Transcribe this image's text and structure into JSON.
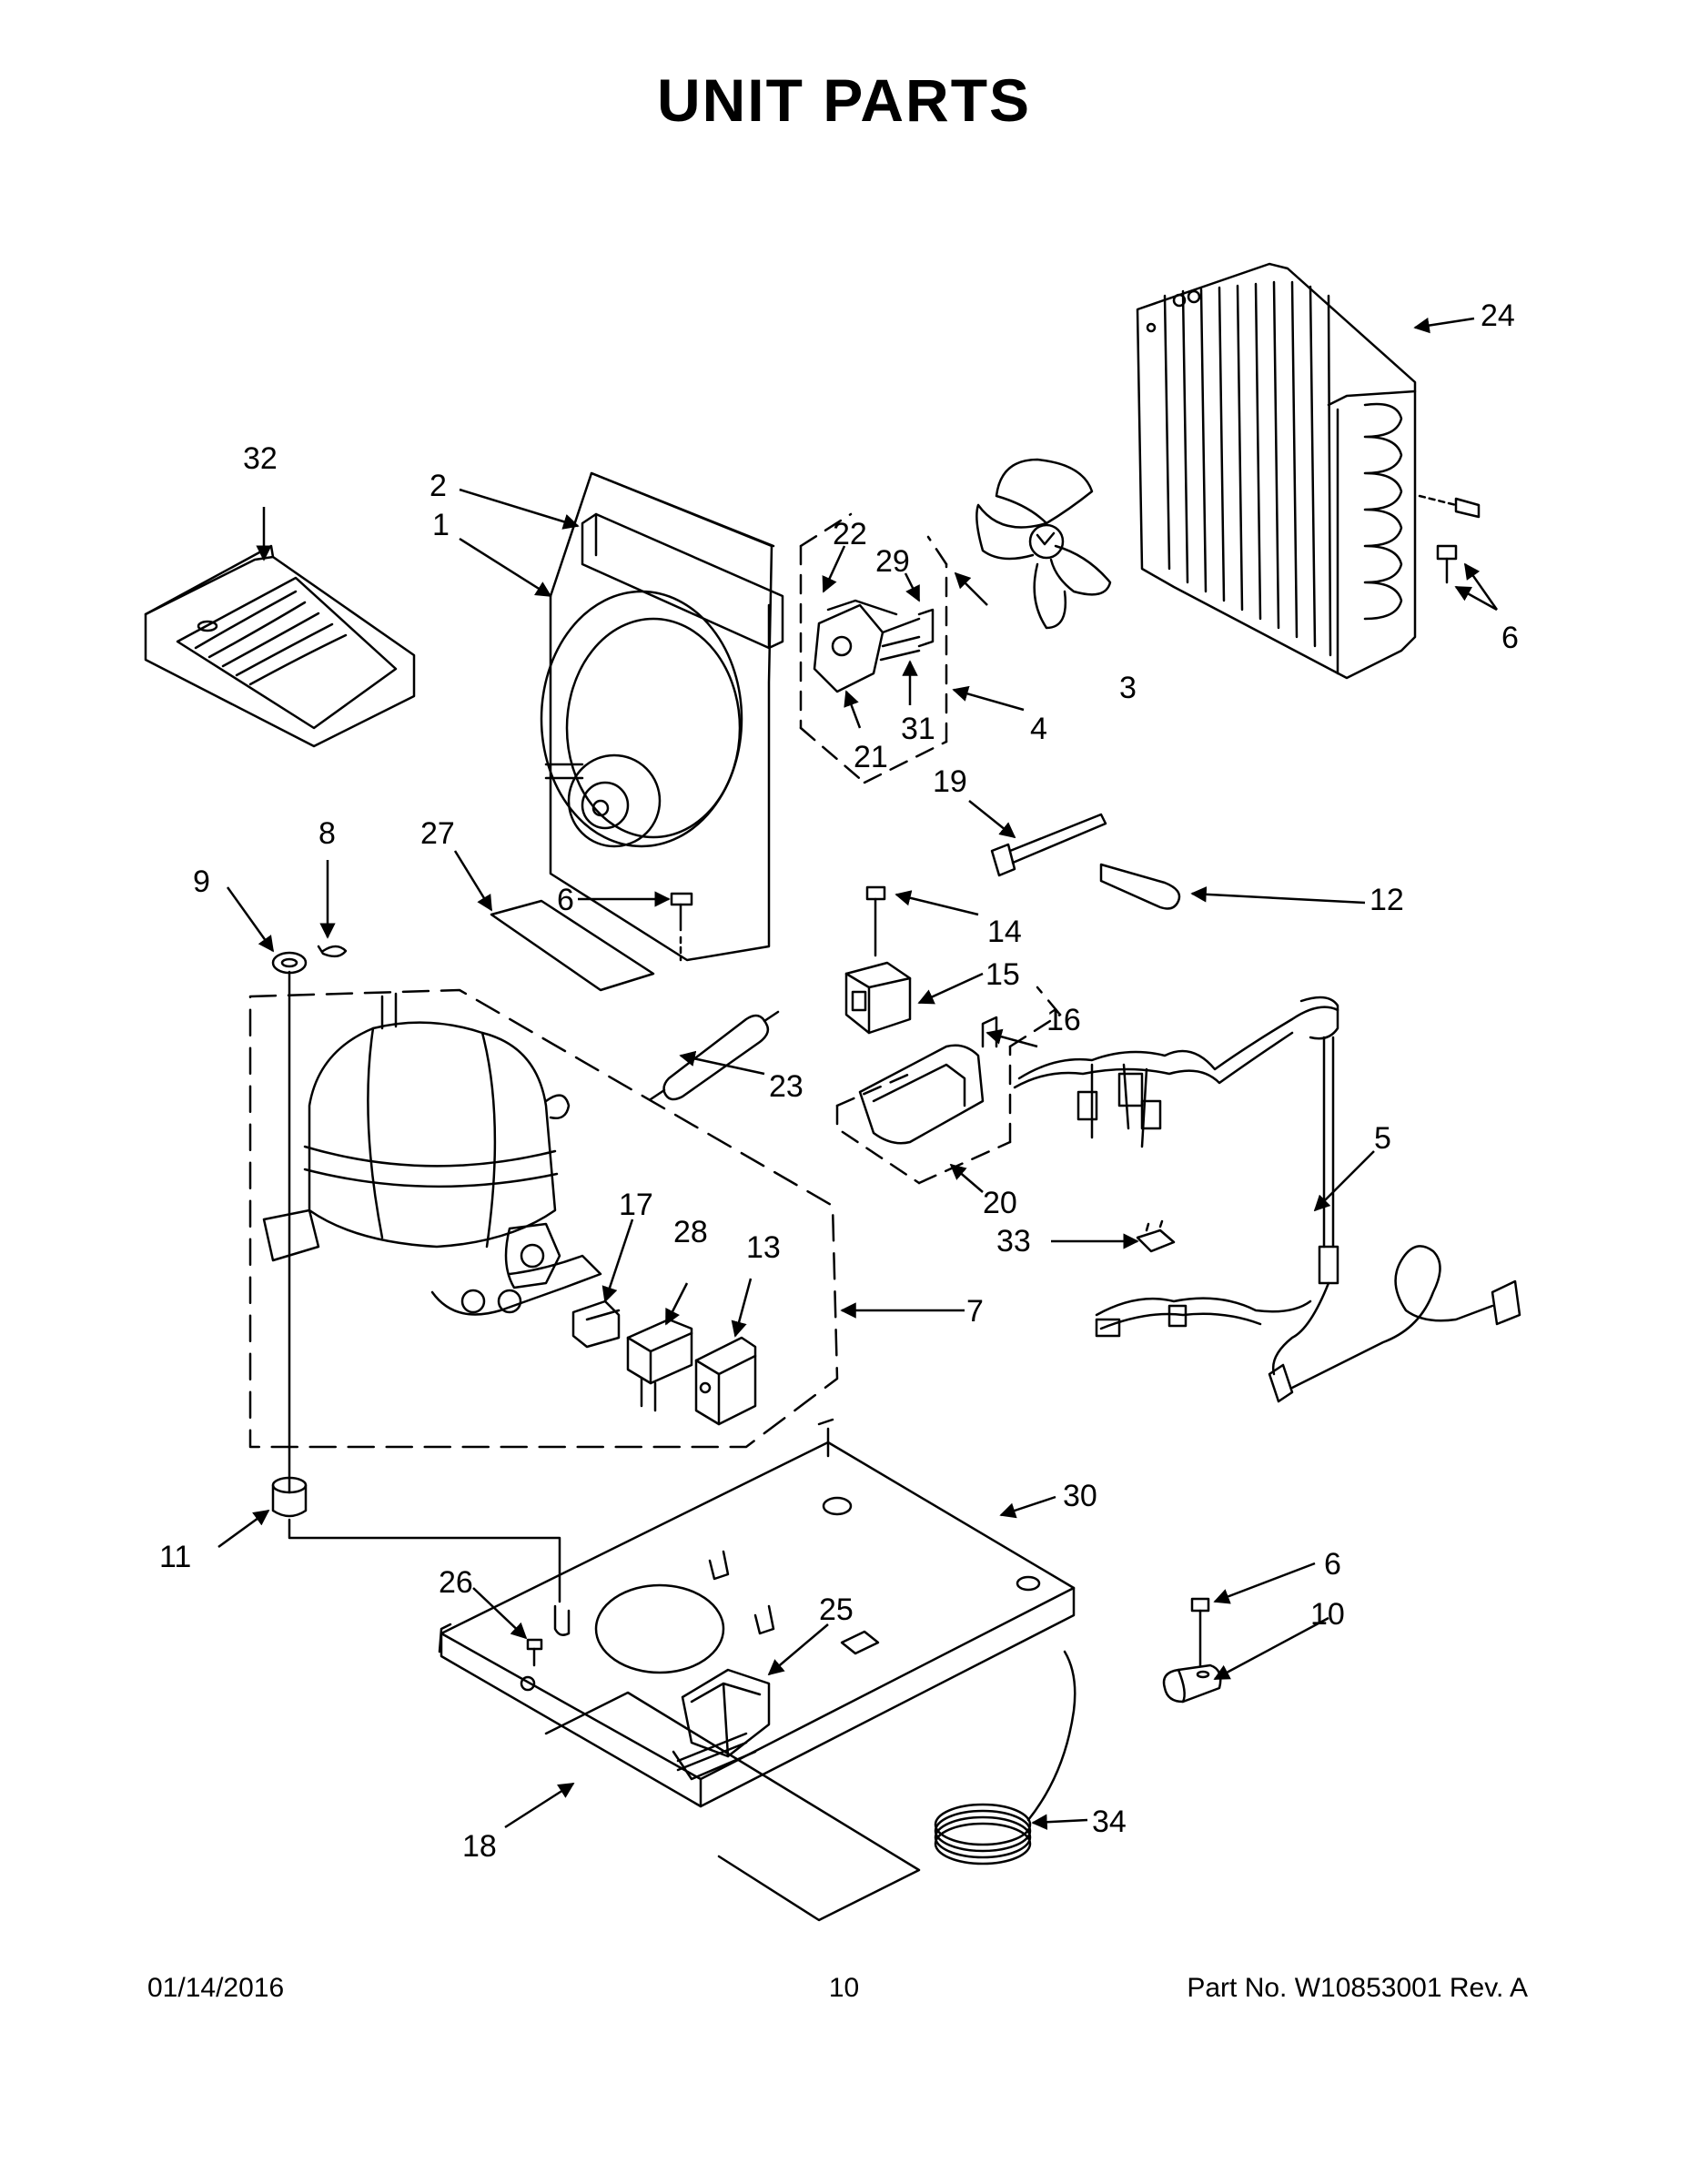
{
  "title": "UNIT PARTS",
  "callouts": {
    "c1": "1",
    "c2": "2",
    "c3": "3",
    "c4": "4",
    "c5": "5",
    "c6a": "6",
    "c6b": "6",
    "c6c": "6",
    "c7": "7",
    "c8": "8",
    "c9": "9",
    "c10": "10",
    "c11": "11",
    "c12": "12",
    "c13": "13",
    "c14": "14",
    "c15": "15",
    "c16": "16",
    "c17": "17",
    "c18": "18",
    "c19": "19",
    "c20": "20",
    "c21": "21",
    "c22": "22",
    "c23": "23",
    "c24": "24",
    "c25": "25",
    "c26": "26",
    "c27": "27",
    "c28": "28",
    "c29": "29",
    "c30": "30",
    "c31": "31",
    "c32": "32",
    "c33": "33",
    "c34": "34"
  },
  "footer": {
    "date": "01/14/2016",
    "page": "10",
    "part": "Part No.  W10853001  Rev.  A"
  }
}
